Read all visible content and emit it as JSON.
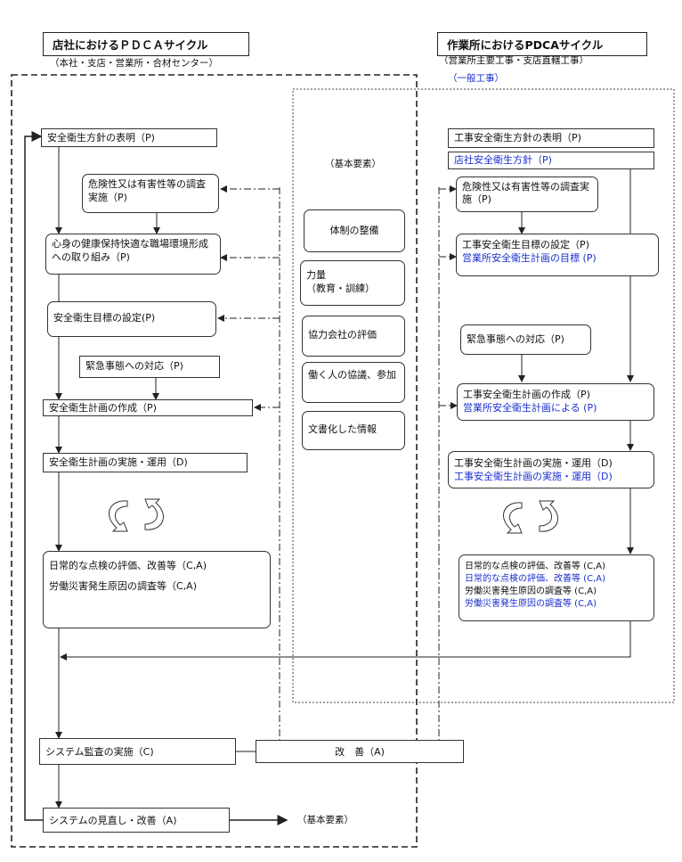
{
  "left": {
    "title": "店社におけるＰＤＣＡサイクル",
    "subtitle": "（本社・支店・営業所・合材センター）",
    "policy": "安全衛生方針の表明（P)",
    "hazard": "危険性又は有害性等の調査実施（P)",
    "health": "心身の健康保持快適な職場環境形成への取り組み（P)",
    "goal": "安全衛生目標の設定(P)",
    "emergency": "緊急事態への対応（P)",
    "plan": "安全衛生計画の作成（P)",
    "implement": "安全衛生計画の実施・運用（D)",
    "check1": "日常的な点検の評価、改善等（C,A)",
    "check2": "労働災害発生原因の調査等（C,A)",
    "audit": "システム監査の実施（C)",
    "review": "システムの見直し・改善（A)",
    "review_note": "（基本要素）"
  },
  "center": {
    "header": "（基本要素）",
    "items": [
      "体制の整備",
      "力量\n（教育・訓練）",
      "協力会社の評価",
      "働く人の協議、参加",
      "文書化した情報"
    ],
    "improve": "改　善（A)"
  },
  "right": {
    "title": "作業所におけるPDCAサイクル",
    "subtitle": "（営業所主要工事・支店直轄工事）",
    "subtitle_blue": "（一般工事）",
    "policy": "工事安全衛生方針の表明（P)",
    "policy_blue": "店社安全衛生方針（P)",
    "hazard": "危険性又は有害性等の調査実施（P)",
    "goal": "工事安全衛生目標の設定（P)",
    "goal_blue": "営業所安全衛生計画の目標 (P)",
    "emergency": "緊急事態への対応（P)",
    "plan": "工事安全衛生計画の作成（P)",
    "plan_blue": "営業所安全衛生計画による (P)",
    "implement": "工事安全衛生計画の実施・運用（D)",
    "implement_blue": "工事安全衛生計画の実施・運用（D)",
    "check1": "日常的な点検の評価、改善等 (C,A)",
    "check1_blue": "日常的な点検の評価、改善等 (C,A)",
    "check2": "労働災害発生原因の調査等 (C,A)",
    "check2_blue": "労働災害発生原因の調査等 (C,A)"
  },
  "colors": {
    "blue": "#1a2fd0",
    "line": "#222222"
  }
}
